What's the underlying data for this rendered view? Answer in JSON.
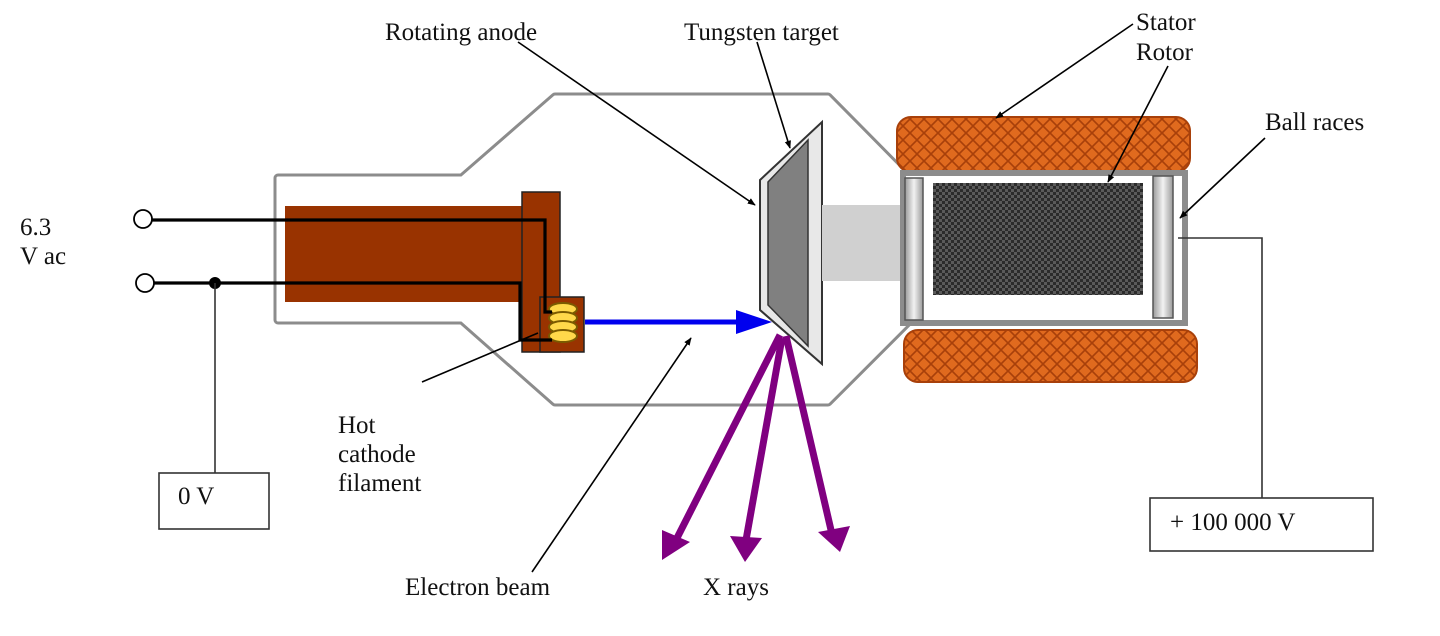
{
  "labels": {
    "rotating_anode": "Rotating anode",
    "tungsten_target": "Tungsten target",
    "stator": "Stator",
    "rotor": "Rotor",
    "ball_races": "Ball races",
    "supply_voltage_line1": "6.3",
    "supply_voltage_line2": "V ac",
    "hot_cathode_line1": "Hot",
    "hot_cathode_line2": "cathode",
    "hot_cathode_line3": "filament",
    "zero_volt": "0 V",
    "high_voltage": "+ 100 000 V",
    "electron_beam": "Electron beam",
    "x_rays": "X rays"
  },
  "colors": {
    "cathode": "#993300",
    "stator": "#E06A1E",
    "electron_beam": "#0000EE",
    "x_rays": "#800080",
    "target": "#808080",
    "rotor": "#2B2B2B",
    "shaft": "#D0D0D0"
  }
}
